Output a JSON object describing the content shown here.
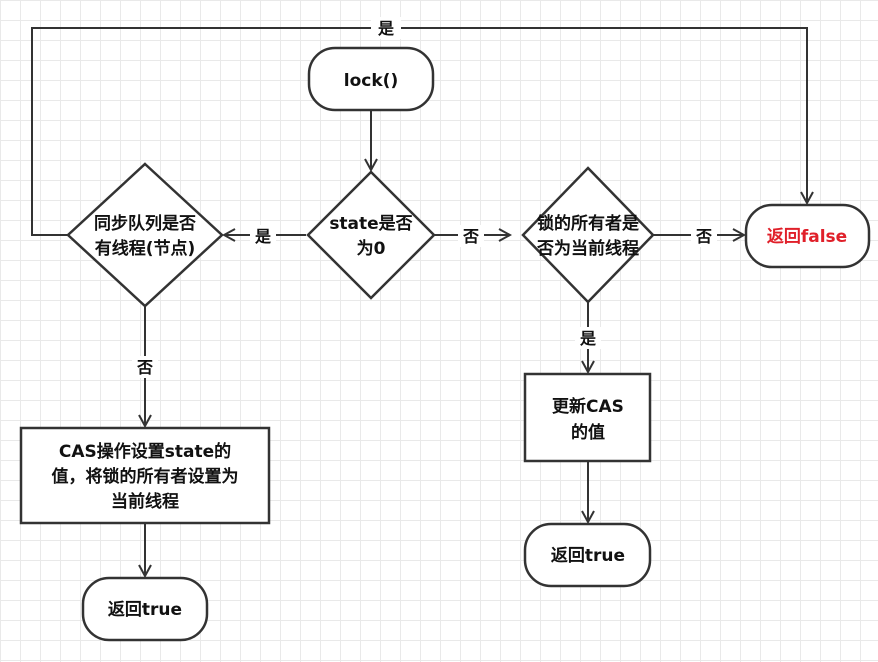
{
  "colors": {
    "line": "#333333",
    "highlight": "#e0202a",
    "grid": "#e9e9e9"
  },
  "nodes": {
    "start": "lock()",
    "check_state": [
      "state是否",
      "为0"
    ],
    "check_queue": [
      "同步队列是否",
      "有线程(节点)"
    ],
    "check_owner": [
      "锁的所有者是",
      "否为当前线程"
    ],
    "return_false": "返回false",
    "cas_set": [
      "CAS操作设置state的",
      "值，将锁的所有者设置为",
      "当前线程"
    ],
    "update_cas": [
      "更新CAS",
      "的值"
    ],
    "return_true_left": "返回true",
    "return_true_right": "返回true"
  },
  "edge_labels": {
    "queue_yes_loop": "是",
    "state_yes": "是",
    "state_no": "否",
    "owner_no": "否",
    "owner_yes": "是",
    "queue_no": "否"
  }
}
